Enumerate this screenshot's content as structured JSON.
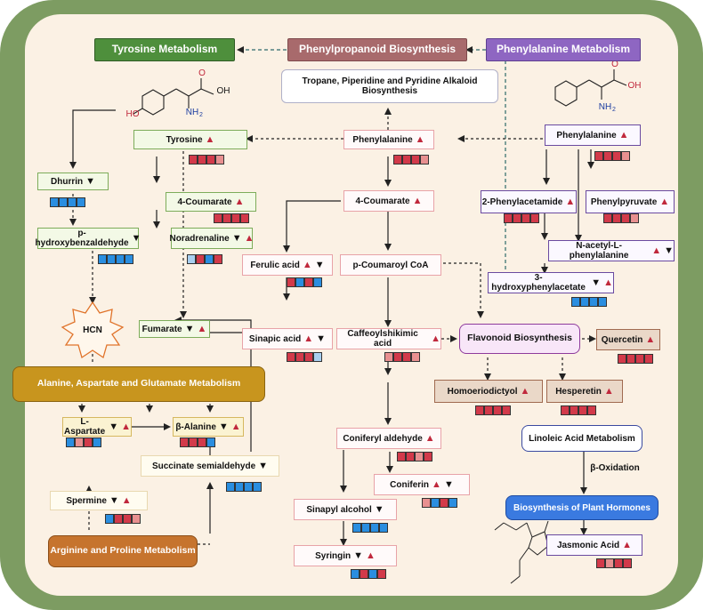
{
  "headers": {
    "tyrosine_metabolism": "Tyrosine Metabolism",
    "phenylpropanoid": "Phenylpropanoid Biosynthesis",
    "phenylalanine_metabolism": "Phenylalanine  Metabolism",
    "tropane": "Tropane, Piperidine and Pyridine Alkaloid Biosynthesis",
    "alanine": "Alanine, Aspartate and Glutamate Metabolism",
    "arginine": "Arginine and Proline Metabolism",
    "flavonoid": "Flavonoid Biosynthesis",
    "linoleic": "Linoleic Acid Metabolism",
    "beta_oxidation": "β-Oxidation",
    "plant_hormones": "Biosynthesis of Plant Hormones",
    "hcn": "HCN"
  },
  "molecule_labels": {
    "oh": "OH",
    "ho": "HO",
    "o": "O",
    "nh2": "NH",
    "nh2_sub": "2"
  },
  "colors": {
    "up": "#c0283c",
    "down": "#3a9ae0",
    "dark_red": "#d23a4a",
    "light_red": "#e89090",
    "blue": "#2a8ee0",
    "light_blue": "#a8cff0"
  },
  "metabolites": [
    {
      "id": "tyrosine",
      "label": "Tyrosine",
      "arrows": [
        "up"
      ],
      "heat": [
        "dark_red",
        "dark_red",
        "dark_red",
        "light_red"
      ]
    },
    {
      "id": "dhurrin",
      "label": "Dhurrin",
      "arrows": [
        "down"
      ],
      "heat": [
        "blue",
        "blue",
        "blue",
        "blue"
      ]
    },
    {
      "id": "phbenz",
      "label": "p-hydroxybenzaldehyde",
      "arrows": [
        "down"
      ],
      "heat": [
        "blue",
        "blue",
        "blue",
        "blue"
      ]
    },
    {
      "id": "coumarate_l",
      "label": "4-Coumarate",
      "arrows": [
        "up"
      ],
      "heat": [
        "dark_red",
        "dark_red",
        "dark_red",
        "dark_red"
      ]
    },
    {
      "id": "noradrenaline",
      "label": "Noradrenaline",
      "arrows": [
        "down",
        "up"
      ],
      "heat": [
        "light_blue",
        "dark_red",
        "blue",
        "dark_red"
      ]
    },
    {
      "id": "fumarate",
      "label": "Fumarate",
      "arrows": [
        "down",
        "up"
      ],
      "heat": []
    },
    {
      "id": "phenylalanine_c",
      "label": "Phenylalanine",
      "arrows": [
        "up"
      ],
      "heat": [
        "dark_red",
        "dark_red",
        "dark_red",
        "light_red"
      ]
    },
    {
      "id": "coumarate_c",
      "label": "4-Coumarate",
      "arrows": [
        "up"
      ],
      "heat": [
        "dark_red",
        "dark_red",
        "dark_red",
        "dark_red"
      ]
    },
    {
      "id": "ferulic",
      "label": "Ferulic acid",
      "arrows": [
        "up",
        "down"
      ],
      "heat": [
        "dark_red",
        "blue",
        "dark_red",
        "blue"
      ]
    },
    {
      "id": "pcoumaroyl",
      "label": "p-Coumaroyl CoA",
      "arrows": [],
      "heat": []
    },
    {
      "id": "sinapic",
      "label": "Sinapic acid",
      "arrows": [
        "up",
        "down"
      ],
      "heat": [
        "dark_red",
        "dark_red",
        "dark_red",
        "light_blue"
      ]
    },
    {
      "id": "caffeoyl",
      "label": "Caffeoylshikimic acid",
      "arrows": [
        "up"
      ],
      "heat": [
        "light_red",
        "dark_red",
        "dark_red",
        "light_red"
      ]
    },
    {
      "id": "coniferyl_ald",
      "label": "Coniferyl aldehyde",
      "arrows": [
        "up"
      ],
      "heat": [
        "dark_red",
        "dark_red",
        "light_red",
        "dark_red"
      ]
    },
    {
      "id": "coniferin",
      "label": "Coniferin",
      "arrows": [
        "up",
        "down"
      ],
      "heat": [
        "light_red",
        "blue",
        "dark_red",
        "blue"
      ]
    },
    {
      "id": "sinapyl",
      "label": "Sinapyl alcohol",
      "arrows": [
        "down"
      ],
      "heat": [
        "blue",
        "blue",
        "blue",
        "blue"
      ]
    },
    {
      "id": "syringin",
      "label": "Syringin",
      "arrows": [
        "down",
        "up"
      ],
      "heat": [
        "blue",
        "dark_red",
        "blue",
        "dark_red"
      ]
    },
    {
      "id": "phenylalanine_r",
      "label": "Phenylalanine",
      "arrows": [
        "up"
      ],
      "heat": [
        "dark_red",
        "dark_red",
        "dark_red",
        "light_red"
      ]
    },
    {
      "id": "phenylacetamide",
      "label": "2-Phenylacetamide",
      "arrows": [
        "up"
      ],
      "heat": [
        "dark_red",
        "dark_red",
        "dark_red",
        "dark_red"
      ]
    },
    {
      "id": "phenylpyruvate",
      "label": "Phenylpyruvate",
      "arrows": [
        "up"
      ],
      "heat": [
        "dark_red",
        "dark_red",
        "dark_red",
        "light_red"
      ]
    },
    {
      "id": "nacetyl",
      "label": "N-acetyl-L-phenylalanine",
      "arrows": [
        "up",
        "down"
      ],
      "heat": []
    },
    {
      "id": "hydroxyphenylacetate",
      "label": "3-hydroxyphenylacetate",
      "arrows": [
        "down",
        "up"
      ],
      "heat": [
        "blue",
        "blue",
        "blue",
        "blue"
      ]
    },
    {
      "id": "quercetin",
      "label": "Quercetin",
      "arrows": [
        "up"
      ],
      "heat": [
        "dark_red",
        "dark_red",
        "dark_red",
        "dark_red"
      ]
    },
    {
      "id": "homoeriodictyol",
      "label": "Homoeriodictyol",
      "arrows": [
        "up"
      ],
      "heat": [
        "dark_red",
        "dark_red",
        "dark_red",
        "dark_red"
      ]
    },
    {
      "id": "hesperetin",
      "label": "Hesperetin",
      "arrows": [
        "up"
      ],
      "heat": [
        "dark_red",
        "dark_red",
        "dark_red",
        "dark_red"
      ]
    },
    {
      "id": "jasmonic",
      "label": "Jasmonic Acid",
      "arrows": [
        "up"
      ],
      "heat": [
        "dark_red",
        "light_red",
        "dark_red",
        "dark_red"
      ]
    },
    {
      "id": "aspartate",
      "label": "L-Aspartate",
      "arrows": [
        "down",
        "up"
      ],
      "heat": [
        "blue",
        "light_red",
        "dark_red",
        "blue"
      ]
    },
    {
      "id": "alanine",
      "label": "β-Alanine",
      "arrows": [
        "down",
        "up"
      ],
      "heat": [
        "dark_red",
        "dark_red",
        "dark_red",
        "blue"
      ]
    },
    {
      "id": "succinate",
      "label": "Succinate semialdehyde",
      "arrows": [
        "down"
      ],
      "heat": [
        "blue",
        "blue",
        "blue",
        "blue"
      ]
    },
    {
      "id": "spermine",
      "label": "Spermine",
      "arrows": [
        "down",
        "up"
      ],
      "heat": [
        "blue",
        "dark_red",
        "dark_red",
        "light_red"
      ]
    }
  ]
}
